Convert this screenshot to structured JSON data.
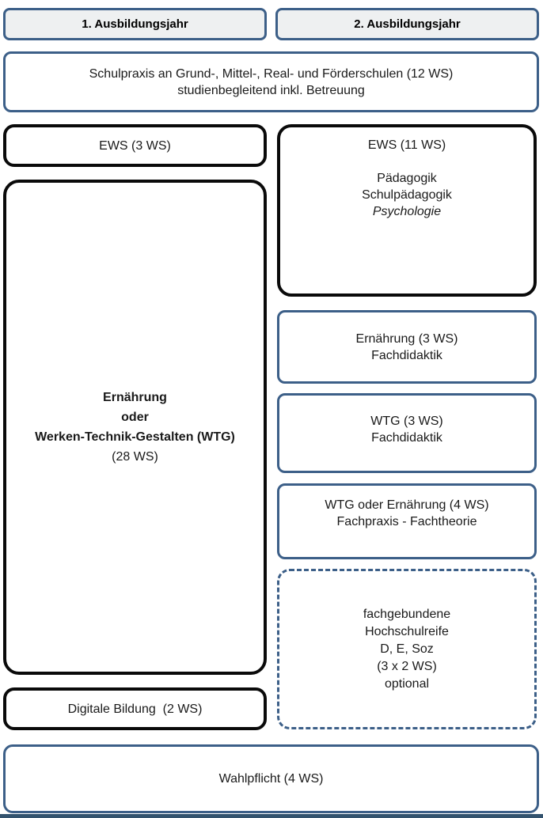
{
  "palette": {
    "accent_blue": "#3c5f88",
    "border_black": "#0a0a0a",
    "header_fill": "#eef0f1",
    "bottom_bar": "#33536e",
    "text": "#1a1a1a"
  },
  "columns": {
    "year1": {
      "label": "1. Ausbildungsjahr"
    },
    "year2": {
      "label": "2. Ausbildungsjahr"
    }
  },
  "blocks": {
    "schulpraxis": {
      "line1": "Schulpraxis an Grund-, Mittel-, Real- und Förderschulen (12 WS)",
      "line2": "studienbegleitend inkl. Betreuung"
    },
    "ews_year1": {
      "label": "EWS (3 WS)"
    },
    "subject_year1": {
      "line1": "Ernährung",
      "line2": "oder",
      "line3": "Werken-Technik-Gestalten (WTG)",
      "line4": "(28 WS)"
    },
    "ews_year2": {
      "title": "EWS (11 WS)",
      "items": [
        "Pädagogik",
        "Schulpädagogik",
        "Psychologie"
      ]
    },
    "ernaehrung_fachdidaktik": {
      "line1": "Ernährung (3 WS)",
      "line2": "Fachdidaktik"
    },
    "wtg_fachdidaktik": {
      "line1": "WTG (3 WS)",
      "line2": "Fachdidaktik"
    },
    "wtg_oder_ernaehrung": {
      "line1": "WTG oder Ernährung (4 WS)",
      "line2": "Fachpraxis - Fachtheorie"
    },
    "hochschulreife_optional": {
      "lines": [
        "fachgebundene",
        "Hochschulreife",
        "D, E, Soz",
        "(3 x 2 WS)",
        "optional"
      ]
    },
    "digitale_bildung": {
      "label": "Digitale Bildung  (2 WS)"
    },
    "wahlpflicht": {
      "label": "Wahlpflicht (4 WS)"
    }
  }
}
